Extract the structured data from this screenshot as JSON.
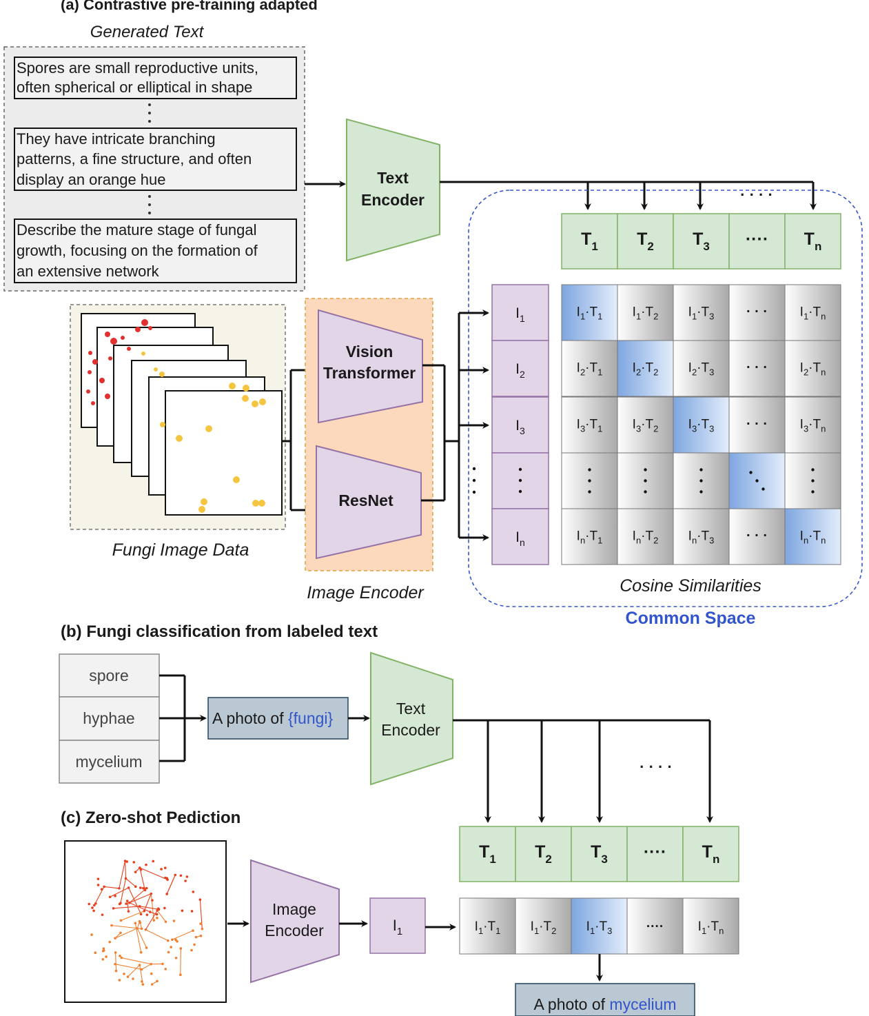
{
  "section_a": {
    "title": "(a) Contrastive pre-training adapted",
    "generated_text_label": "Generated Text",
    "text_boxes": [
      [
        "Spores are small reproductive units,",
        "often spherical or elliptical in shape"
      ],
      [
        "They have intricate branching",
        "patterns, a fine structure, and often",
        "display an orange hue"
      ],
      [
        "Describe the mature stage of fungal",
        "growth, focusing on the formation of",
        "an extensive network"
      ]
    ],
    "text_encoder": [
      "Text",
      "Encoder"
    ],
    "fungi_image_label": "Fungi Image Data",
    "vision_transformer": [
      "Vision",
      "Transformer"
    ],
    "resnet": "ResNet",
    "image_encoder_label": "Image Encoder",
    "t_tokens": [
      {
        "base": "T",
        "sub": "1"
      },
      {
        "base": "T",
        "sub": "2"
      },
      {
        "base": "T",
        "sub": "3"
      },
      {
        "base": "····",
        "sub": ""
      },
      {
        "base": "T",
        "sub": "n"
      }
    ],
    "i_tokens": [
      {
        "base": "I",
        "sub": "1"
      },
      {
        "base": "I",
        "sub": "2"
      },
      {
        "base": "I",
        "sub": "3"
      },
      {
        "base": "⋮",
        "sub": ""
      },
      {
        "base": "I",
        "sub": "n"
      }
    ],
    "similarity_rows": [
      "1",
      "2",
      "3",
      "…",
      "n"
    ],
    "similarity_cols": [
      "1",
      "2",
      "3",
      "…",
      "n"
    ],
    "ellipsis_h": "· · ·",
    "ellipsis_top": "· · · ·",
    "cosine_label": "Cosine Similarities",
    "common_space_label": "Common Space"
  },
  "section_b": {
    "title": "(b) Fungi classification from labeled text",
    "labels": [
      "spore",
      "hyphae",
      "mycelium"
    ],
    "prompt_prefix": "A photo of ",
    "prompt_placeholder": "{fungi}",
    "text_encoder": [
      "Text",
      "Encoder"
    ],
    "ellipsis": "· · · ·"
  },
  "section_c": {
    "title": "(c) Zero-shot Pediction",
    "image_encoder": [
      "Image",
      "Encoder"
    ],
    "i_token": {
      "base": "I",
      "sub": "1"
    },
    "t_tokens": [
      {
        "base": "T",
        "sub": "1"
      },
      {
        "base": "T",
        "sub": "2"
      },
      {
        "base": "T",
        "sub": "3"
      },
      {
        "base": "····",
        "sub": ""
      },
      {
        "base": "T",
        "sub": "n"
      }
    ],
    "result_cells": [
      {
        "i": "1",
        "t": "1"
      },
      {
        "i": "1",
        "t": "2"
      },
      {
        "i": "1",
        "t": "3"
      },
      {
        "i": "",
        "t": "····"
      },
      {
        "i": "1",
        "t": "n"
      }
    ],
    "highlight_index": 2,
    "output_prefix": "A photo of ",
    "output_class": "mycelium"
  },
  "colors": {
    "green_fill": "#d5e8d4",
    "green_stroke": "#82b366",
    "purple_fill": "#e1d5e7",
    "purple_stroke": "#9673a6",
    "blue_text": "#3355cc",
    "prompt_fill": "#bac8d3",
    "prompt_stroke": "#23445d",
    "orange_fill": "#fcd9bd",
    "beige_fill": "#f6f3e8",
    "highlight_blue": "#7ea6e0"
  }
}
